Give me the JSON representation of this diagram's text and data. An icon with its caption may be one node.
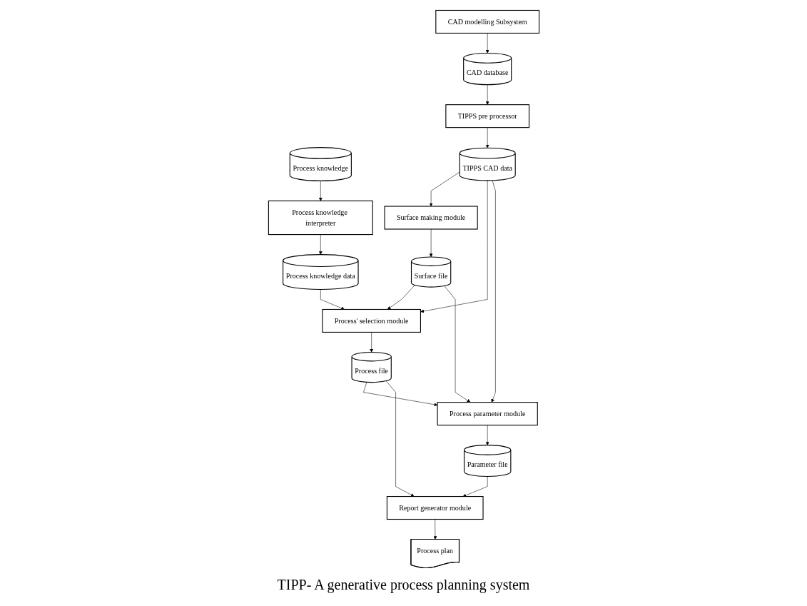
{
  "diagram": {
    "caption": "TIPP- A generative process planning system",
    "nodes": [
      {
        "text": [
          "Process knowledge"
        ]
      },
      {
        "text": [
          "Process knowledge interpreter"
        ]
      },
      {
        "text": [
          "Process knowledge data"
        ]
      },
      {
        "text": [
          "CAD modelling Subsystem"
        ]
      },
      {
        "text": [
          "CAD database"
        ]
      },
      {
        "text": [
          "TIPPS pre processor"
        ]
      },
      {
        "text": [
          "TIPPS CAD data"
        ]
      },
      {
        "text": [
          "Surface making module"
        ]
      },
      {
        "text": [
          "Surface file"
        ]
      },
      {
        "text": [
          "Process' selection module"
        ]
      },
      {
        "text": [
          "Process file"
        ]
      },
      {
        "text": [
          "Process parameter module"
        ]
      },
      {
        "text": [
          "Parameter file"
        ]
      },
      {
        "text": [
          "Report generator module"
        ]
      },
      {
        "text": [
          "Process plan"
        ]
      }
    ],
    "edges": [
      {
        "from": 0,
        "to": 1,
        "arrow": "to"
      },
      {
        "from": 1,
        "to": 2,
        "arrow": "to"
      },
      {
        "from": 2,
        "to": 9,
        "arrow": "to"
      },
      {
        "from": 3,
        "to": 4,
        "arrow": "to"
      },
      {
        "from": 4,
        "to": 5,
        "arrow": "to"
      },
      {
        "from": 5,
        "to": 6,
        "arrow": "to"
      },
      {
        "from": 6,
        "to": 7,
        "arrow": "to"
      },
      {
        "from": 6,
        "to": 9,
        "arrow": "to"
      },
      {
        "from": 6,
        "to": 11,
        "arrow": "to"
      },
      {
        "from": 7,
        "to": 8,
        "arrow": "to"
      },
      {
        "from": 8,
        "to": 9,
        "arrow": "to"
      },
      {
        "from": 8,
        "to": 11,
        "arrow": "to"
      },
      {
        "from": 9,
        "to": 10,
        "arrow": "to"
      },
      {
        "from": 10,
        "to": 11,
        "arrow": "to"
      },
      {
        "from": 10,
        "to": 13,
        "arrow": "to"
      },
      {
        "from": 11,
        "to": 12,
        "arrow": "to"
      },
      {
        "from": 12,
        "to": 13,
        "arrow": "to"
      },
      {
        "from": 13,
        "to": 14,
        "arrow": "to"
      }
    ]
  }
}
